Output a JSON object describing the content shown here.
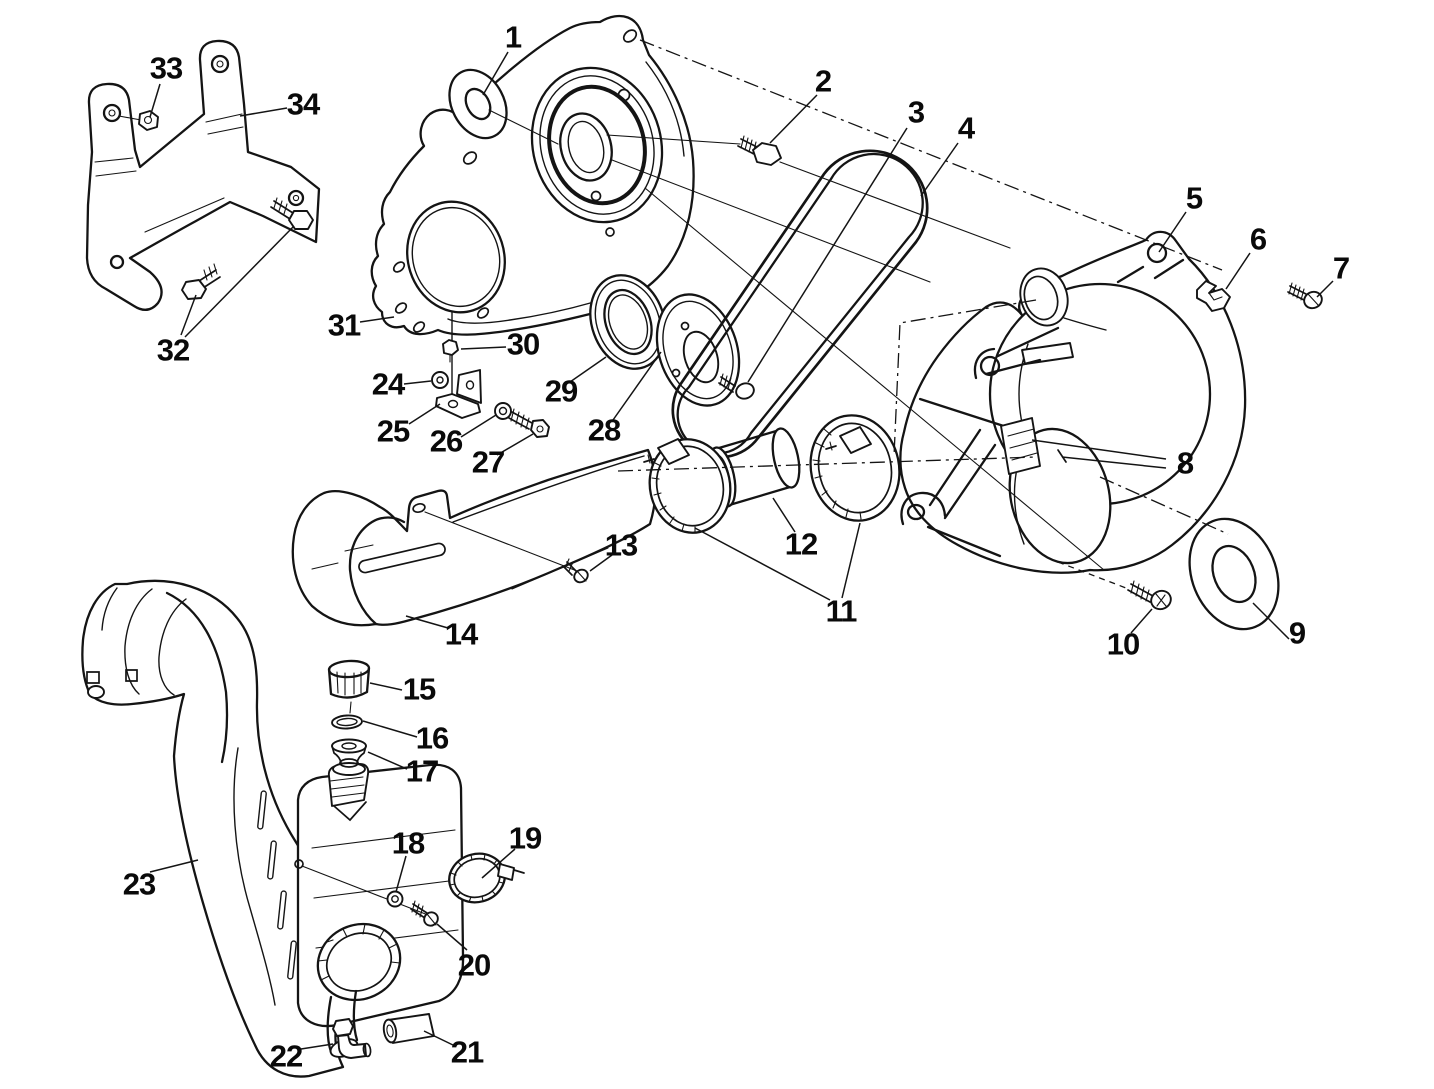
{
  "diagram": {
    "colors": {
      "ink": "#141414",
      "background": "#ffffff"
    },
    "parts": [
      {
        "label": "1"
      },
      {
        "label": "2"
      },
      {
        "label": "3"
      },
      {
        "label": "4"
      },
      {
        "label": "5"
      },
      {
        "label": "6"
      },
      {
        "label": "7"
      },
      {
        "label": "8"
      },
      {
        "label": "9"
      },
      {
        "label": "10"
      },
      {
        "label": "11"
      },
      {
        "label": "12"
      },
      {
        "label": "13"
      },
      {
        "label": "14"
      },
      {
        "label": "15"
      },
      {
        "label": "16"
      },
      {
        "label": "17"
      },
      {
        "label": "18"
      },
      {
        "label": "19"
      },
      {
        "label": "20"
      },
      {
        "label": "21"
      },
      {
        "label": "22"
      },
      {
        "label": "23"
      },
      {
        "label": "24"
      },
      {
        "label": "25"
      },
      {
        "label": "26"
      },
      {
        "label": "27"
      },
      {
        "label": "28"
      },
      {
        "label": "29"
      },
      {
        "label": "30"
      },
      {
        "label": "31"
      },
      {
        "label": "32"
      },
      {
        "label": "33"
      },
      {
        "label": "34"
      }
    ]
  }
}
